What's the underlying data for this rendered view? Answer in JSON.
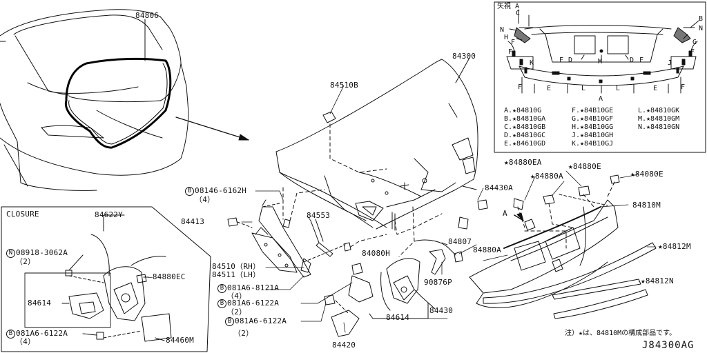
{
  "diagram_code": "J84300AG",
  "parts": {
    "p84806": "84806",
    "p84300": "84300",
    "p84510B": "84510B",
    "p84413": "84413",
    "p84553": "84553",
    "p84510": "84510（RH）",
    "p84511": "84511（LH）",
    "p84080H": "84080H",
    "p84430A": "84430A",
    "p84807": "84807",
    "p84880A_left": "84880A",
    "p90876P": "90876P",
    "p84614_mid": "84614",
    "p84430": "84430",
    "p84420": "84420",
    "p84880EA": "84880EA",
    "p84880E": "84880E",
    "p84080E": "84080E",
    "p84880A_right": "84880A",
    "p84810M": "84810M",
    "p84812M": "84812M",
    "p84812N": "84812N",
    "view_arrow_label": "A"
  },
  "bolts": {
    "b1": {
      "circle": "B",
      "number": "08146-6162H",
      "qty": "（4）"
    },
    "b2": {
      "circle": "B",
      "number": "081A6-8121A",
      "qty": "（4）"
    },
    "b3": {
      "circle": "B",
      "number": "081A6-6122A",
      "qty": "（2）"
    },
    "b4": {
      "circle": "B",
      "number": "081A6-6122A",
      "qty": "（2）"
    }
  },
  "closure": {
    "title": "CLOSURE",
    "p84622Y": "84622Y",
    "nut": {
      "circle": "N",
      "number": "08918-3062A",
      "qty": "（2）"
    },
    "p84880EC": "84880EC",
    "p84614": "84614",
    "bolt": {
      "circle": "B",
      "number": "081A6-6122A",
      "qty": "（4）"
    },
    "p84460M": "84460M"
  },
  "inset": {
    "title": "矢視 A",
    "markers": [
      "A",
      "B",
      "C",
      "D",
      "E",
      "F",
      "G",
      "H",
      "J",
      "K",
      "L",
      "M",
      "N"
    ],
    "legend": [
      "A.★84810G",
      "F.★84B10GE",
      "L.★84810GK",
      "B.★84810GA",
      "G.★84B10GF",
      "M.★84810GM",
      "C.★84810GB",
      "H.★84B10GG",
      "N.★84810GN",
      "D.★84810GC",
      "J.★84B10GH",
      "",
      "E.★84610GD",
      "K.★84B10GJ",
      ""
    ]
  },
  "footnote": "注）★は、84810Mの構成部品です。"
}
